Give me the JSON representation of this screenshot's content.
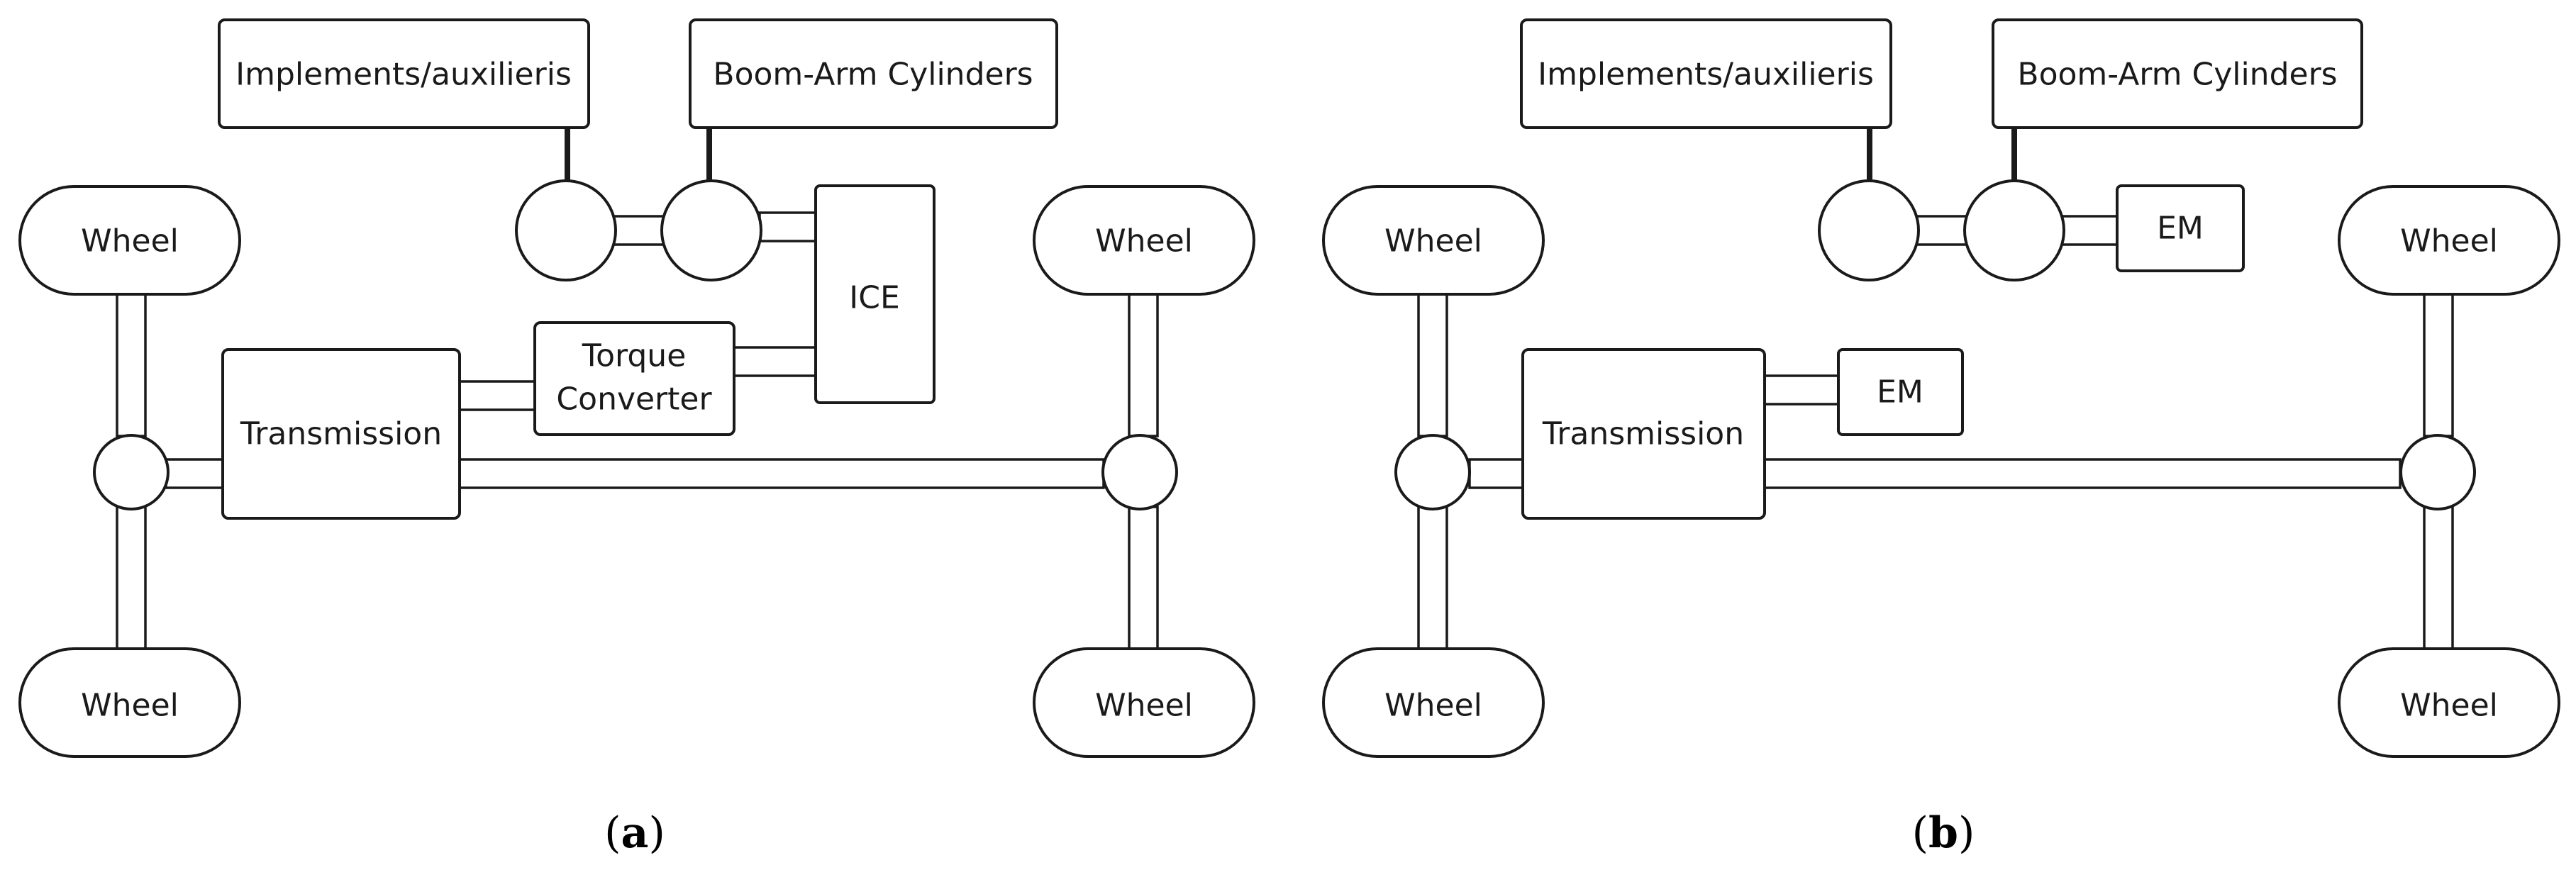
{
  "panels": [
    {
      "id": "a",
      "labels": {
        "implements": "Implements/auxilieris",
        "boom": "Boom-Arm Cylinders",
        "wheel_tl": "Wheel",
        "wheel_tr": "Wheel",
        "wheel_bl": "Wheel",
        "wheel_br": "Wheel",
        "transmission": "Transmission",
        "torque_line1": "Torque",
        "torque_line2": "Converter",
        "ice": "ICE"
      },
      "caption": {
        "open": "(",
        "letter": "a",
        "close": ")"
      }
    },
    {
      "id": "b",
      "labels": {
        "implements": "Implements/auxilieris",
        "boom": "Boom-Arm Cylinders",
        "wheel_tl": "Wheel",
        "wheel_tr": "Wheel",
        "wheel_bl": "Wheel",
        "wheel_br": "Wheel",
        "transmission": "Transmission",
        "em_top": "EM",
        "em_mid": "EM"
      },
      "caption": {
        "open": "(",
        "letter": "b",
        "close": ")"
      }
    }
  ]
}
